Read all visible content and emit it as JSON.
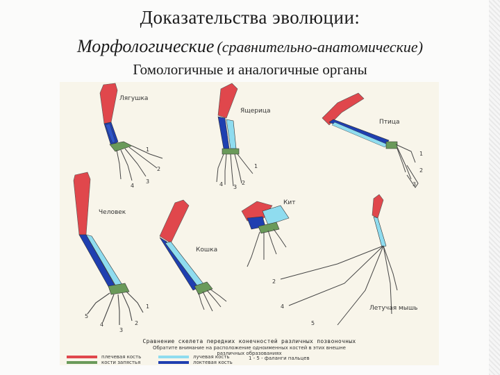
{
  "slide": {
    "title": "Доказательства эволюции:",
    "subtitle_main": "Морфологические",
    "subtitle_paren": "(сравнительно-анатомические)",
    "caption": "Гомологичные и аналогичные органы"
  },
  "figure": {
    "animals": {
      "frog": "Лягушка",
      "lizard": "Ящерица",
      "bird": "Птица",
      "human": "Человек",
      "cat": "Кошка",
      "whale": "Кит",
      "bat": "Летучая мышь"
    },
    "legend": {
      "line1": "Сравнение скелета передних конечностей различных позвоночных",
      "line2": "Обратите внимание на расположение одноименных костей в этих внешне",
      "line3": "различных образованиях",
      "humerus": "плечевая кость",
      "radius": "лучевая кость",
      "carpus": "кости запястья",
      "ulna": "локтевая кость",
      "phalanges_note": "1 - 5 - фаланги пальцев"
    },
    "colors": {
      "humerus": "#e0474c",
      "radius": "#8fdcef",
      "ulna": "#1f3fb0",
      "carpus": "#6a9a5a"
    }
  }
}
